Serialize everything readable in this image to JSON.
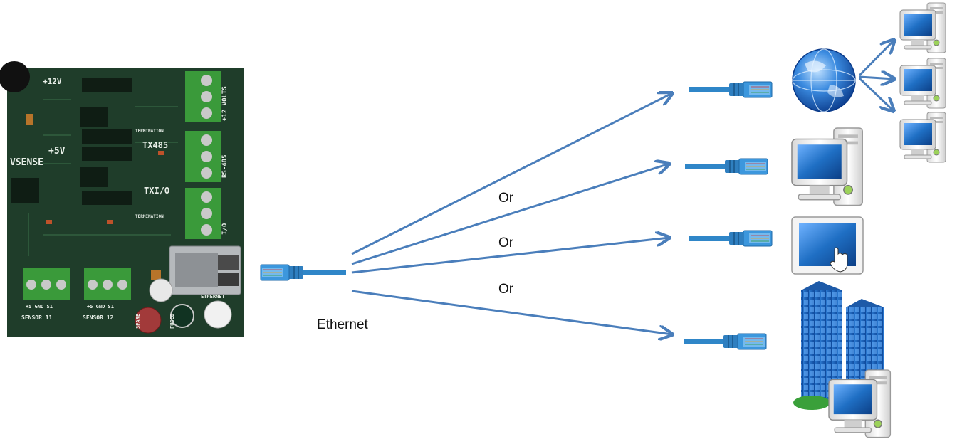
{
  "labels": {
    "cable": "Ethernet",
    "or_1": "Or",
    "or_2": "Or",
    "or_3": "Or"
  },
  "board": {
    "v12": "+12V",
    "v5": "+5V",
    "vsense": "VSENSE",
    "tx485": "TX485",
    "txio": "TXI/O",
    "termination": "TERMINATION",
    "termination_2": "TERMINATION",
    "volts": "+12 VOLTS",
    "rs485": "RS-485",
    "io": "I/O",
    "sensor_11": "SENSOR 11",
    "sensor_12": "SENSOR 12",
    "pins_11": "+5 GND S1",
    "pins_12": "+5 GND S1",
    "ethernet": "ETHERNET",
    "spare": "SPARE",
    "fused": "FUSED"
  },
  "colors": {
    "arrow": "#4a7ebb",
    "cable": "#2f86c8",
    "pcb": "#1f3d2a",
    "terminal": "#3a9a3a",
    "screen": "#1f6fc4"
  },
  "icons": [
    "globe-icon",
    "desktop-computer-icon",
    "touchscreen-icon",
    "office-building-icon"
  ]
}
